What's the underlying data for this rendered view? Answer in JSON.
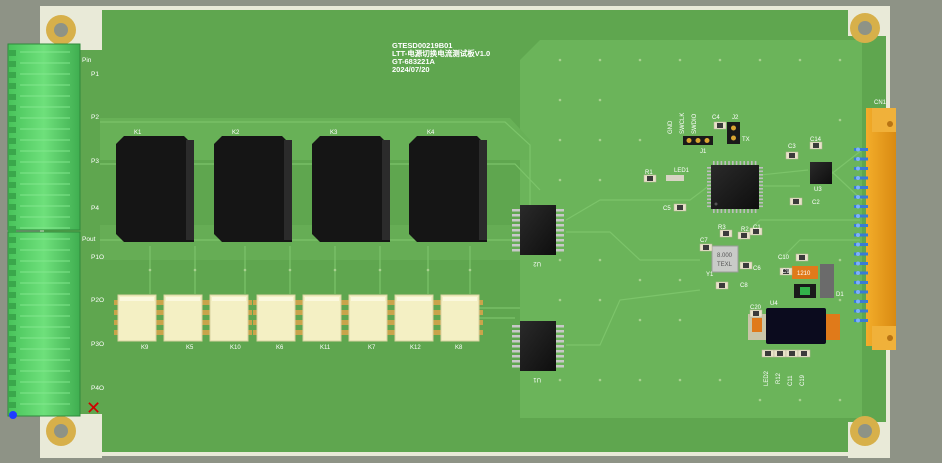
{
  "board": {
    "title_lines": [
      "GTESD00219B01",
      "LTT-电源切换电流测试板V1.0",
      "GT-683221A",
      "2024/07/20"
    ],
    "colors": {
      "pcb": "#5fa64f",
      "copper": "#6bb45a",
      "connector_green": "#5fd46a",
      "ic_black": "#1b1b1b",
      "relay_ivory": "#f4f0c4",
      "header_gold": "#e39b1a",
      "hole_gold": "#d7b04a"
    }
  },
  "left_connector": {
    "pin_header_label": "Pin",
    "pout_header_label": "Pout",
    "pin_labels": [
      "P1",
      "P2",
      "P3",
      "P4"
    ],
    "pout_labels": [
      "P1O",
      "P2O",
      "P3O",
      "P4O"
    ]
  },
  "relays_large": [
    "K1",
    "K2",
    "K3",
    "K4"
  ],
  "relays_small": [
    "K9",
    "K5",
    "K10",
    "K6",
    "K11",
    "K7",
    "K12",
    "K8"
  ],
  "ics": {
    "u2": "U2",
    "u1": "U1",
    "u3": "U3",
    "u4": "U4"
  },
  "right_connector": {
    "label": "CN1"
  },
  "swd_header": {
    "pins": [
      "GND",
      "SWCLK",
      "SWDIO"
    ],
    "label": "J1"
  },
  "j2": {
    "label": "J2",
    "tx_label": "TX"
  },
  "crystal": {
    "label": "Y1",
    "marking": [
      "8.000",
      "TEXL"
    ]
  },
  "led_diode_marking": "1210",
  "components": [
    "C4",
    "C3",
    "C14",
    "R1",
    "LED1",
    "C5",
    "R3",
    "R2",
    "C1",
    "C7",
    "C6",
    "C8",
    "C2",
    "C10",
    "C9",
    "D1",
    "C20",
    "LED2",
    "R12",
    "C11",
    "C19"
  ]
}
